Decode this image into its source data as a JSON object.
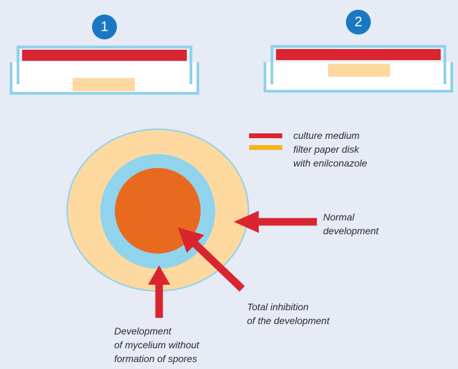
{
  "badges": {
    "first": "1",
    "second": "2"
  },
  "legend": {
    "culture_medium": "culture medium",
    "filter_paper_line1": "filter paper disk",
    "filter_paper_line2": "with enilconazole"
  },
  "labels": {
    "normal_line1": "Normal",
    "normal_line2": "development",
    "total_line1": "Total inhibition",
    "total_line2": "of the development",
    "mycelium_line1": "Development",
    "mycelium_line2": "of mycelium without",
    "mycelium_line3": "formation of spores"
  },
  "colors": {
    "background": "#e6ebf6",
    "culture_medium": "#d92530",
    "filter_paper": "#fdd9a0",
    "dish_outline": "#8fd2ea",
    "inner_ring": "#8fd4ec",
    "inhibition_core": "#e86a1f",
    "arrow": "#d92530",
    "badge": "#1a78c2"
  }
}
